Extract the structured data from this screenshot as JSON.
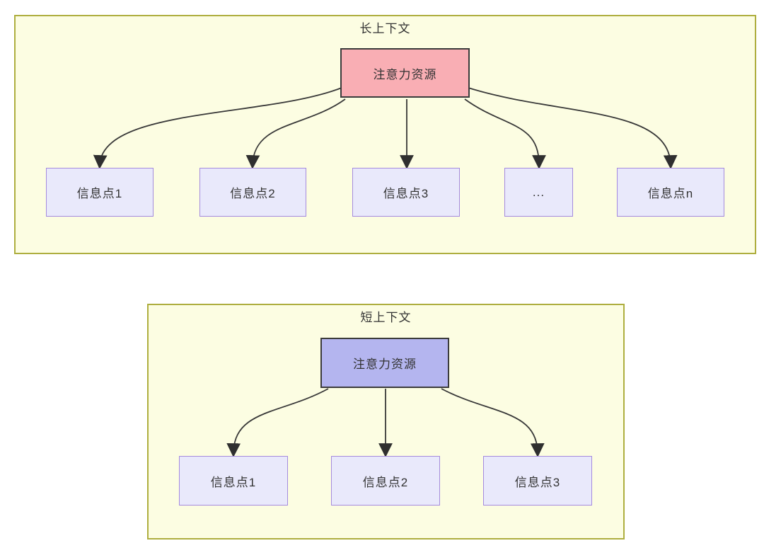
{
  "page": {
    "background": "#ffffff"
  },
  "diagram": {
    "type": "flow-comparison",
    "colors": {
      "container_fill": "#fcfde2",
      "container_border": "#aeae3f",
      "node_fill": "#e9e9fb",
      "node_border": "#a48ade",
      "source_long_fill": "#f9aeb4",
      "source_short_fill": "#b4b5ef",
      "source_border": "#3b3b3b",
      "arrow": "#383838",
      "text": "#333333"
    },
    "sections": [
      {
        "title": "长上下文",
        "source_label": "注意力资源",
        "targets": [
          {
            "label": "信息点1"
          },
          {
            "label": "信息点2"
          },
          {
            "label": "信息点3"
          },
          {
            "label": "..."
          },
          {
            "label": "信息点n"
          }
        ]
      },
      {
        "title": "短上下文",
        "source_label": "注意力资源",
        "targets": [
          {
            "label": "信息点1"
          },
          {
            "label": "信息点2"
          },
          {
            "label": "信息点3"
          }
        ]
      }
    ]
  }
}
